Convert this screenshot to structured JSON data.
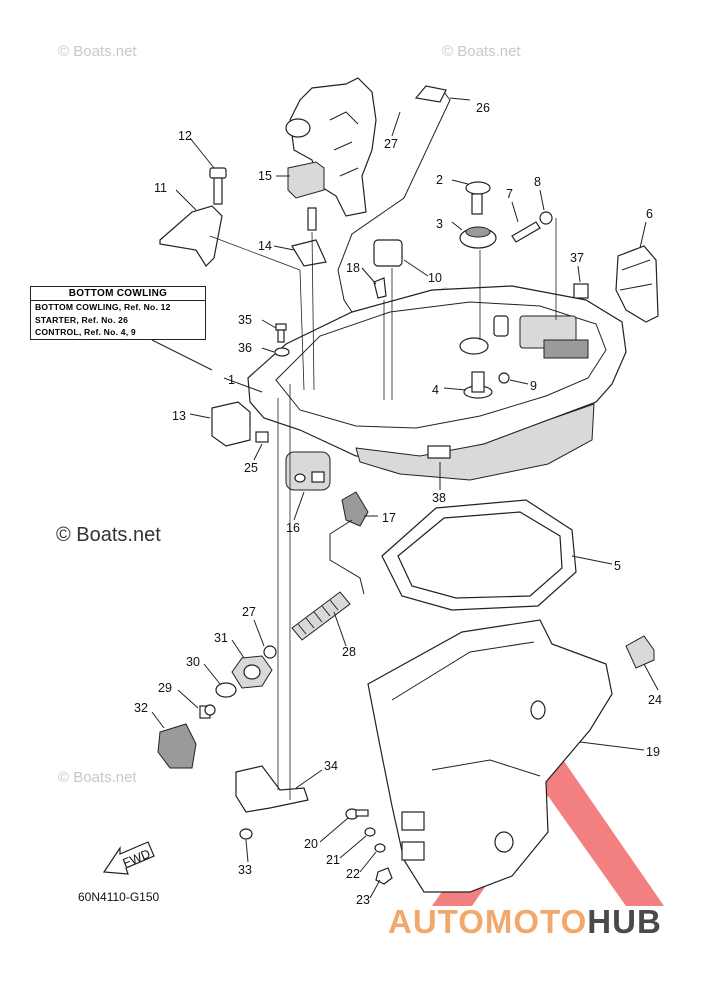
{
  "legend": {
    "title": "BOTTOM COWLING",
    "rows": [
      "BOTTOM COWLING,  Ref. No. 12",
      "STARTER,  Ref. No. 26",
      "CONTROL,  Ref. No. 4, 9"
    ]
  },
  "diagram_code": "60N4110-G150",
  "watermark": "© Boats.net",
  "fwd_label": "FWD",
  "brand": {
    "part1": "AUTOMOTO",
    "part2": "HUB",
    "color1": "#f2a86a",
    "color2": "#4a4a4a",
    "triangle_color": "#f06a6a"
  },
  "callouts": [
    "1",
    "2",
    "3",
    "4",
    "5",
    "6",
    "7",
    "8",
    "9",
    "10",
    "11",
    "12",
    "13",
    "14",
    "15",
    "16",
    "17",
    "18",
    "19",
    "20",
    "21",
    "22",
    "23",
    "24",
    "25",
    "26",
    "27",
    "27",
    "28",
    "29",
    "30",
    "31",
    "32",
    "33",
    "34",
    "35",
    "36",
    "37",
    "38"
  ]
}
